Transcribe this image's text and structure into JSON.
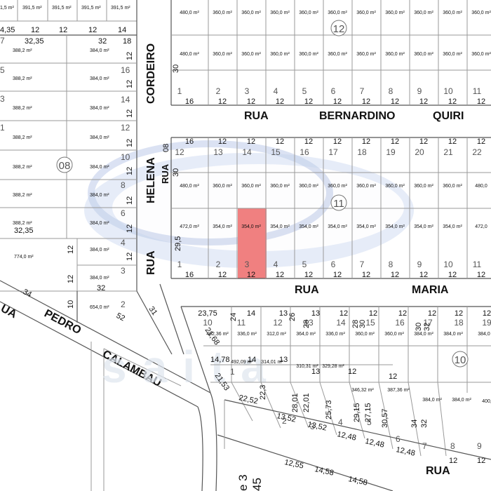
{
  "map": {
    "streets": {
      "rua_top": "RUA",
      "bernardino": "BERNARDINO",
      "quirino": "QUIRI",
      "cordeiro": "CORDEIRO",
      "helena": "HELENA",
      "rua_helena": "RUA",
      "rua_left": "RUA",
      "rua_mid": "RUA",
      "maria": "MARIA",
      "rua_ua": "UA",
      "pedro": "PEDRO",
      "calambau": "CALAMBAU",
      "rua_bottom": "RUA"
    },
    "blocks": {
      "b12": "12",
      "b11": "11",
      "b10": "10",
      "b08": "08"
    },
    "watermark": "saita",
    "highlight_color": "#f08080",
    "lots_top_row1_area": [
      "480,0 m²",
      "360,0 m²",
      "360,0 m²",
      "360,0 m²",
      "360,0 m²",
      "360,0 m²",
      "360,0 m²",
      "360,0 m²",
      "360,0 m²",
      "360,0 m²",
      "360,0 m²"
    ],
    "lots_top_row2_area": [
      "480,0 m²",
      "360,0 m²",
      "360,0 m²",
      "360,0 m²",
      "360,0 m²",
      "360,0 m²",
      "360,0 m²",
      "360,0 m²",
      "360,0 m²",
      "360,0 m²",
      "360,0 m²"
    ],
    "lots_top_numbers": [
      "1",
      "2",
      "3",
      "4",
      "5",
      "6",
      "7",
      "8",
      "9",
      "10",
      "11"
    ],
    "lots_top_front": [
      "16",
      "12",
      "12",
      "12",
      "12",
      "12",
      "12",
      "12",
      "12",
      "12",
      "12"
    ],
    "lots_mid_top_front": [
      "16",
      "12",
      "12",
      "12",
      "12",
      "12",
      "12",
      "12",
      "12",
      "12",
      "12"
    ],
    "lots_mid_top_numbers": [
      "12",
      "13",
      "14",
      "15",
      "16",
      "17",
      "18",
      "19",
      "20",
      "21",
      "22"
    ],
    "lots_mid_row1_area": [
      "480,0 m²",
      "360,0 m²",
      "360,0 m²",
      "360,0 m²",
      "360,0 m²",
      "360,0 m²",
      "360,0 m²",
      "360,0 m²",
      "360,0 m²",
      "360,0 m²",
      "480,0"
    ],
    "lots_mid_row2_area": [
      "472,0 m²",
      "354,0 m²",
      "354,0 m²",
      "354,0 m²",
      "354,0 m²",
      "354,0 m²",
      "354,0 m²",
      "354,0 m²",
      "354,0 m²",
      "354,0 m²",
      "472,0"
    ],
    "lots_mid_numbers": [
      "1",
      "2",
      "3",
      "4",
      "5",
      "6",
      "7",
      "8",
      "9",
      "10",
      "11"
    ],
    "lots_mid_front": [
      "16",
      "12",
      "12",
      "12",
      "12",
      "12",
      "12",
      "12",
      "12",
      "12",
      "12"
    ],
    "dims_mid": {
      "d08": "08",
      "d30": "30",
      "d295": "29,5"
    },
    "dims_top": {
      "d30": "30"
    },
    "topleft_strip": [
      "1,5 m²",
      "391,5 m²",
      "391,5 m²",
      "391,5 m²",
      "391,5 m²"
    ],
    "topleft_dims": {
      "d435": "4,35",
      "d12a": "12",
      "d12b": "12",
      "d12c": "12",
      "d14": "14"
    },
    "left_block": {
      "d3235a": "32,35",
      "d32": "32",
      "d18": "18",
      "d3235b": "32,35",
      "d32b": "32",
      "areas_a": [
        "388,2 m²",
        "388,2 m²",
        "388,2 m²",
        "388,2 m²",
        "388,2 m²",
        "388,2 m²",
        "388,2 m²"
      ],
      "areas_b": [
        "384,0 m²",
        "384,0 m²",
        "384,0 m²",
        "384,0 m²",
        "384,0 m²",
        "384,0 m²",
        "384,0 m²"
      ],
      "left_nums": [
        "7",
        "5",
        "3",
        "1"
      ],
      "right_nums": [
        "16",
        "14",
        "12",
        "10",
        "8",
        "6",
        "4",
        "3",
        "2"
      ],
      "right_front": [
        "12",
        "12",
        "12",
        "12",
        "12",
        "12",
        "12",
        "12"
      ],
      "a774": "774,0 m²",
      "a384a": "384,0 m²",
      "a384b": "384,0 m²",
      "a654": "654,0 m²",
      "d12a": "12",
      "d12b": "12",
      "d10": "10"
    },
    "road_dims": {
      "d34": "34",
      "d52": "52",
      "d31": "31"
    },
    "bottom_block": {
      "top_front": [
        "23,75",
        "14",
        "13",
        "13",
        "12",
        "12",
        "12",
        "12",
        "12",
        "12"
      ],
      "numbers": [
        "10",
        "11",
        "12",
        "13",
        "14",
        "15",
        "16",
        "17",
        "18",
        "19"
      ],
      "areas": [
        "462,36 m²",
        "336,0 m²",
        "312,0 m²",
        "364,0 m²",
        "336,0 m²",
        "360,0 m²",
        "360,0 m²",
        "384,0 m²",
        "384,0 m²",
        "384,0"
      ],
      "misc": [
        "21,68",
        "24",
        "26",
        "28",
        "28",
        "30",
        "30",
        "32",
        "14,78",
        "14",
        "13",
        "13",
        "12",
        "12",
        "21,53",
        "22,52",
        "22,3",
        "13,52",
        "13,52",
        "12,48",
        "12,48",
        "12,48",
        "12,55",
        "14,58",
        "14,58",
        "1",
        "2",
        "3",
        "4",
        "5",
        "6",
        "7",
        "8",
        "9"
      ],
      "areas2": [
        "492,09 m²",
        "314,01 m²",
        "310,31 m²",
        "329,28 m²",
        "346,32 m²",
        "387,36 m²",
        "384,0 m²",
        "384,0 m²",
        "400,"
      ],
      "diag": [
        "28,01",
        "22,01",
        "25,73",
        "29,15",
        "27,15",
        "30,57",
        "34",
        "32",
        "12",
        "12"
      ],
      "corner": [
        "e 3",
        "45"
      ]
    }
  }
}
